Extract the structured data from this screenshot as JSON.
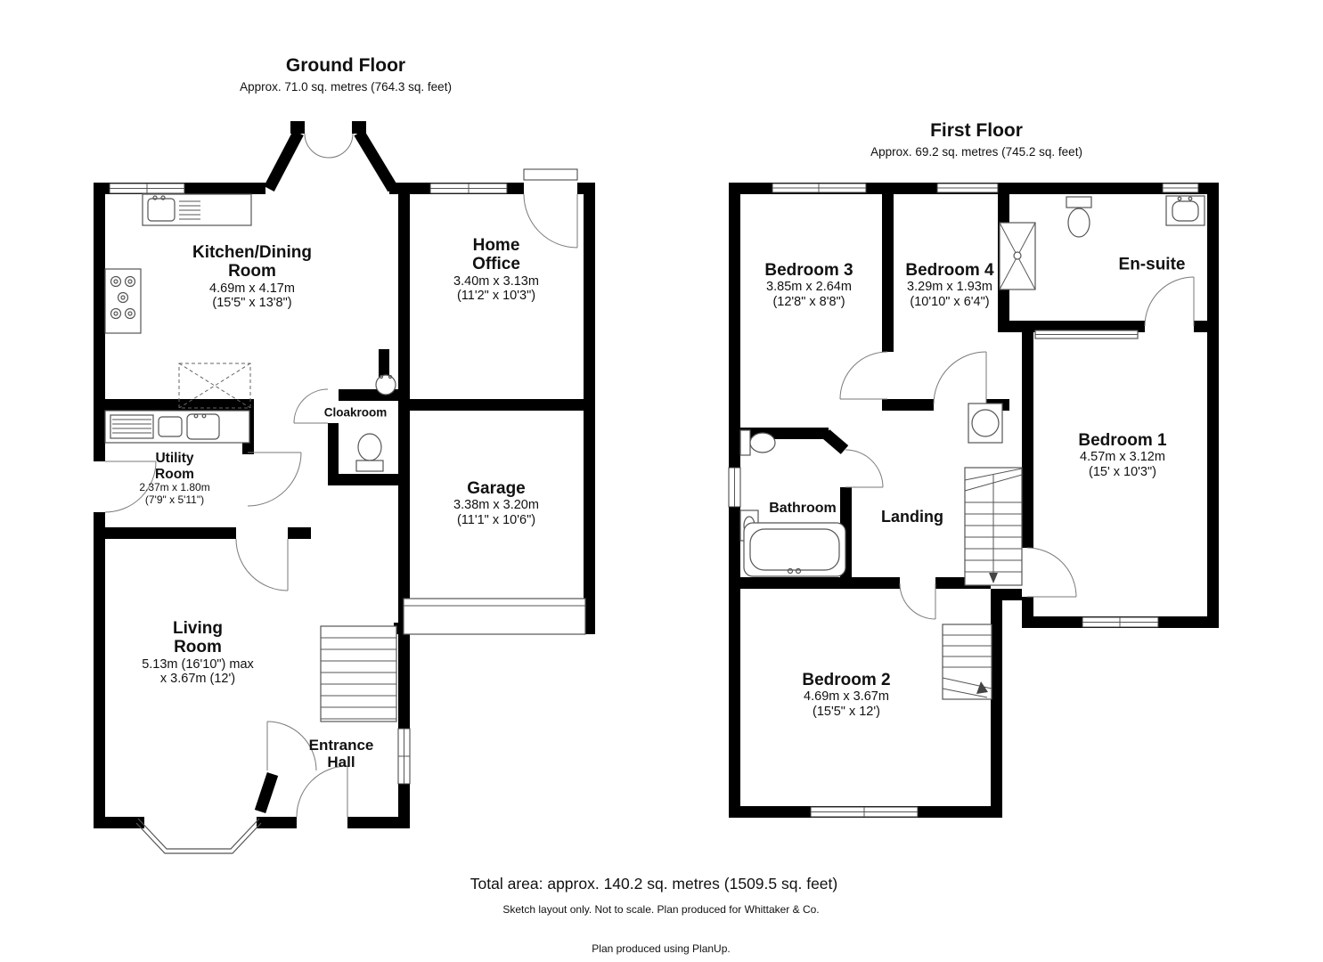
{
  "document": {
    "ground_floor": {
      "title": "Ground Floor",
      "subtitle": "Approx. 71.0 sq. metres (764.3 sq. feet)",
      "rooms": [
        {
          "name": "Kitchen/Dining\nRoom",
          "size1": "4.69m x 4.17m",
          "size2": "(15'5\" x 13'8\")"
        },
        {
          "name": "Home\nOffice",
          "size1": "3.40m x 3.13m",
          "size2": "(11'2\" x 10'3\")"
        },
        {
          "name": "Cloakroom"
        },
        {
          "name": "Utility\nRoom",
          "size1": "2.37m x 1.80m",
          "size2": "(7'9\" x 5'11\")"
        },
        {
          "name": "Garage",
          "size1": "3.38m x 3.20m",
          "size2": "(11'1\" x 10'6\")"
        },
        {
          "name": "Living\nRoom",
          "size1": "5.13m (16'10\") max",
          "size2": "x 3.67m (12')"
        },
        {
          "name": "Entrance\nHall"
        }
      ]
    },
    "first_floor": {
      "title": "First Floor",
      "subtitle": "Approx. 69.2 sq. metres (745.2 sq. feet)",
      "rooms": [
        {
          "name": "Bedroom 3",
          "size1": "3.85m x 2.64m",
          "size2": "(12'8\" x 8'8\")"
        },
        {
          "name": "Bedroom 4",
          "size1": "3.29m x 1.93m",
          "size2": "(10'10\" x 6'4\")"
        },
        {
          "name": "En-suite"
        },
        {
          "name": "Bedroom 1",
          "size1": "4.57m x 3.12m",
          "size2": "(15' x 10'3\")"
        },
        {
          "name": "Bathroom"
        },
        {
          "name": "Landing"
        },
        {
          "name": "Bedroom 2",
          "size1": "4.69m x 3.67m",
          "size2": "(15'5\" x 12')"
        }
      ]
    },
    "footer": {
      "total_area": "Total area: approx. 140.2 sq. metres (1509.5 sq. feet)",
      "disclaimer": "Sketch layout only. Not to scale. Plan produced for Whittaker & Co.",
      "credit": "Plan produced using PlanUp."
    },
    "colors": {
      "wall": "#000000",
      "line": "#555555",
      "text": "#111111"
    }
  }
}
